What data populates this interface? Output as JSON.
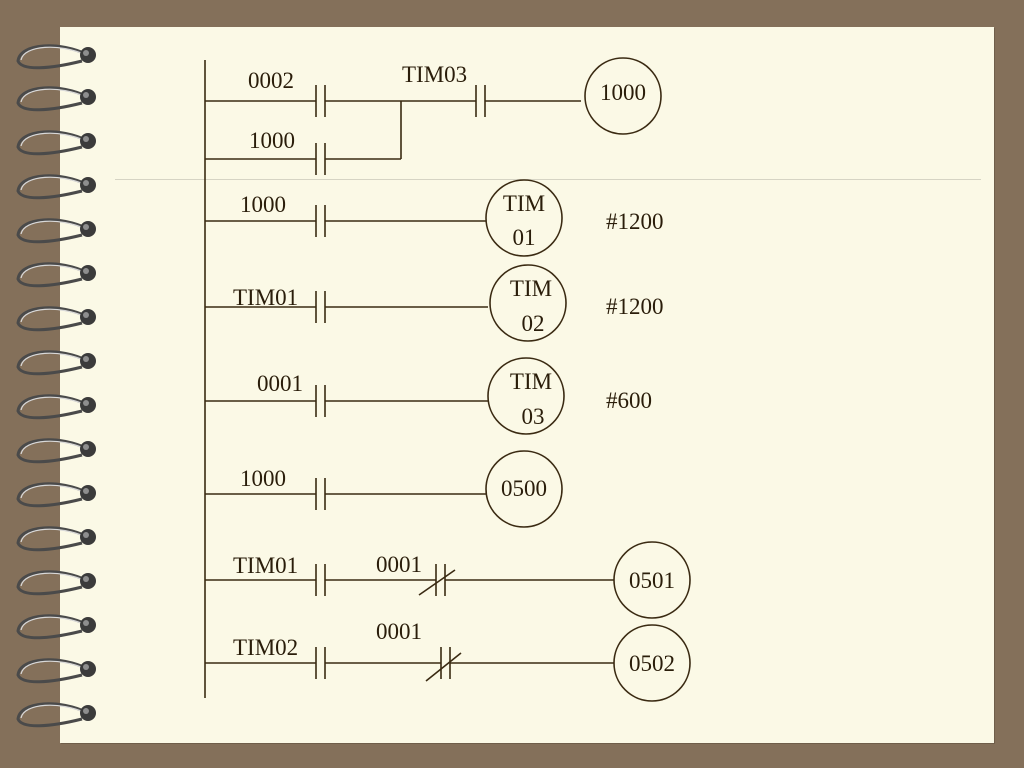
{
  "rungs": [
    {
      "contacts": [
        {
          "label": "0002",
          "type": "NO"
        },
        {
          "label": "TIM03",
          "type": "NO"
        }
      ],
      "branch_contact": {
        "label": "1000",
        "type": "NO"
      },
      "coil": {
        "lines": [
          "1000"
        ]
      },
      "preset": ""
    },
    {
      "contacts": [
        {
          "label": "1000",
          "type": "NO"
        }
      ],
      "coil": {
        "lines": [
          "TIM",
          "01"
        ]
      },
      "preset": "#1200"
    },
    {
      "contacts": [
        {
          "label": "TIM01",
          "type": "NO"
        }
      ],
      "coil": {
        "lines": [
          "TIM",
          "02"
        ]
      },
      "preset": "#1200"
    },
    {
      "contacts": [
        {
          "label": "0001",
          "type": "NO"
        }
      ],
      "coil": {
        "lines": [
          "TIM",
          "03"
        ]
      },
      "preset": "#600"
    },
    {
      "contacts": [
        {
          "label": "1000",
          "type": "NO"
        }
      ],
      "coil": {
        "lines": [
          "0500"
        ]
      },
      "preset": ""
    },
    {
      "contacts": [
        {
          "label": "TIM01",
          "type": "NO"
        },
        {
          "label": "0001",
          "type": "NC"
        }
      ],
      "coil": {
        "lines": [
          "0501"
        ]
      },
      "preset": ""
    },
    {
      "contacts": [
        {
          "label": "TIM02",
          "type": "NO"
        },
        {
          "label": "0001",
          "type": "NC"
        }
      ],
      "coil": {
        "lines": [
          "0502"
        ]
      },
      "preset": ""
    }
  ],
  "colors": {
    "background": "#84705a",
    "paper": "#fbf9e6",
    "ink": "#3a2a12"
  }
}
